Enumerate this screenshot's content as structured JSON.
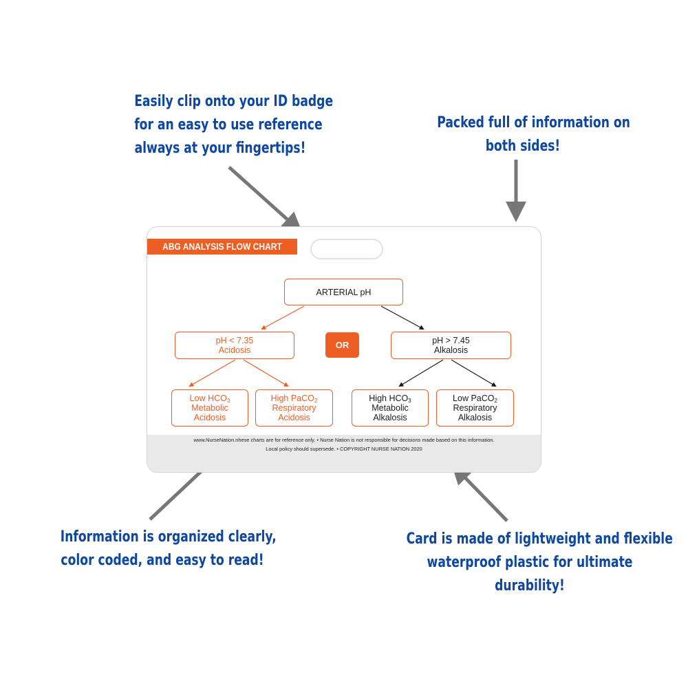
{
  "callouts": {
    "clip": [
      "Easily clip onto your ID badge",
      "for an easy to use reference",
      "always at your fingertips!"
    ],
    "packed": [
      "Packed full of information on",
      "both sides!"
    ],
    "organized": [
      "Information is organized clearly,",
      "color coded, and easy to read!"
    ],
    "material": [
      "Card is made of lightweight and flexible",
      "waterproof plastic for ultimate",
      "durability!"
    ]
  },
  "card": {
    "title": "ABG ANALYSIS FLOW CHART",
    "root": "ARTERIAL pH",
    "or_label": "OR",
    "acidosis": {
      "line1": "pH < 7.35",
      "line2": "Acidosis"
    },
    "alkalosis": {
      "line1": "pH > 7.45",
      "line2": "Alkalosis"
    },
    "leaves": {
      "metabolic_acidosis": {
        "line1_pre": "Low HCO",
        "line1_sub": "3",
        "line2": "Metabolic",
        "line3": "Acidosis"
      },
      "respiratory_acidosis": {
        "line1_pre": "High PaCO",
        "line1_sub": "2",
        "line2": "Respiratory",
        "line3": "Acidosis"
      },
      "metabolic_alkalosis": {
        "line1_pre": "High HCO",
        "line1_sub": "3",
        "line2": "Metabolic",
        "line3": "Alkalosis"
      },
      "respiratory_alkalosis": {
        "line1_pre": "Low PaCO",
        "line1_sub": "2",
        "line2": "Respiratory",
        "line3": "Alkalosis"
      }
    },
    "footer": {
      "line1": "www.NurseNation.n",
      "line1_rest": "hese charts are for reference only. • Nurse Nation is not responsible for decisions made based on this information.",
      "line2": "Local policy should supersede. • COPYRIGHT NURSE NATION 2020"
    }
  },
  "colors": {
    "callout_text": "#0d47a1",
    "accent": "#ec5e24",
    "arrow_gray": "#777777"
  }
}
